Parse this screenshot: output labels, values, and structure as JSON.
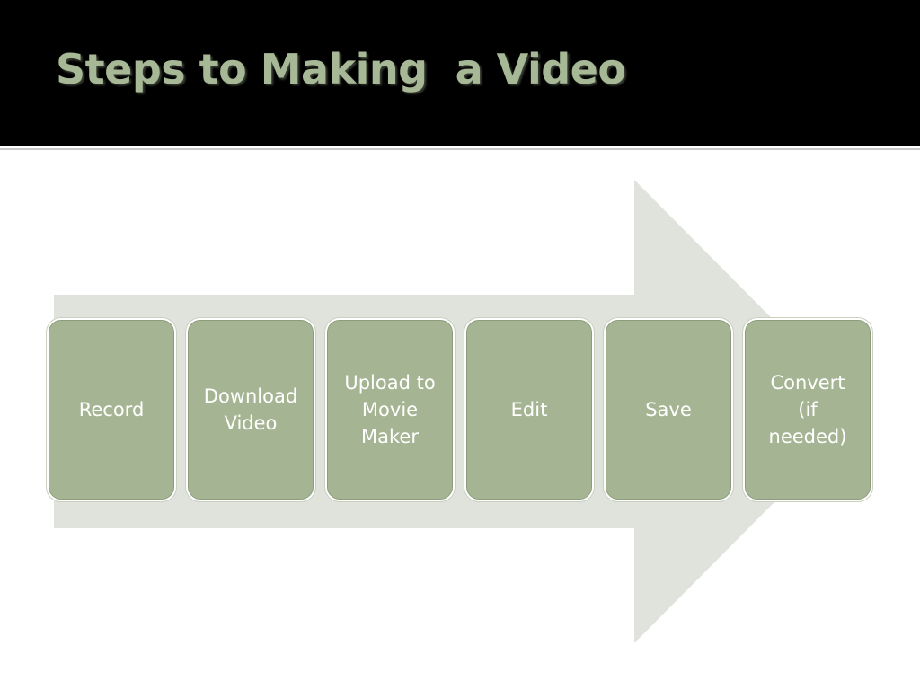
{
  "slide": {
    "title": "Steps to Making  a Video"
  },
  "steps": [
    {
      "label": "Record"
    },
    {
      "label": "Download\nVideo"
    },
    {
      "label": "Upload to\nMovie\nMaker"
    },
    {
      "label": "Edit"
    },
    {
      "label": "Save"
    },
    {
      "label": "Convert\n(if\nneeded)"
    }
  ],
  "colors": {
    "title_bar": "#000000",
    "title_text": "#a7b896",
    "arrow_fill": "#e0e2dc",
    "step_fill": "#a5b593",
    "step_text": "#ffffff"
  }
}
